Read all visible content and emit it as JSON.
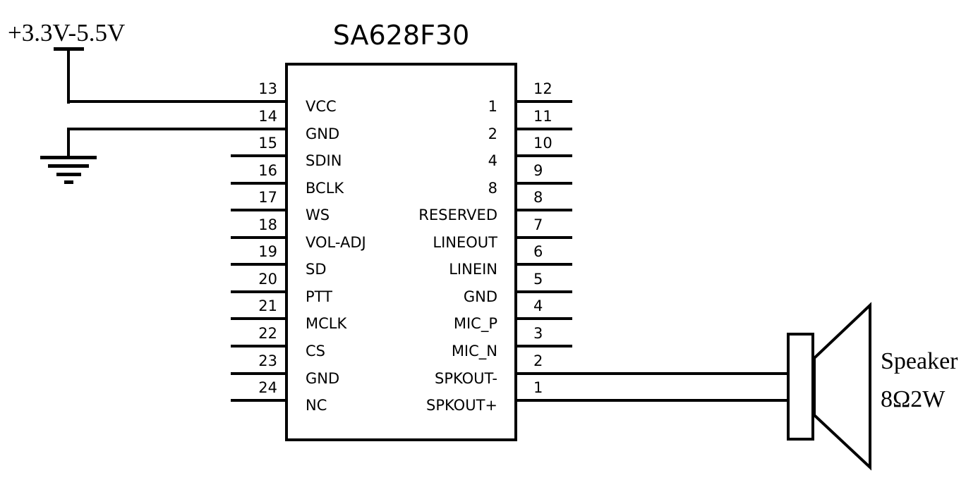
{
  "title": "SA628F30",
  "power": {
    "label": "+3.3V-5.5V"
  },
  "ground": {
    "name": "ground-symbol"
  },
  "chip": {
    "left_pins": [
      {
        "number": "13",
        "label": "VCC"
      },
      {
        "number": "14",
        "label": "GND"
      },
      {
        "number": "15",
        "label": "SDIN"
      },
      {
        "number": "16",
        "label": "BCLK"
      },
      {
        "number": "17",
        "label": "WS"
      },
      {
        "number": "18",
        "label": "VOL-ADJ"
      },
      {
        "number": "19",
        "label": "SD"
      },
      {
        "number": "20",
        "label": "PTT"
      },
      {
        "number": "21",
        "label": "MCLK"
      },
      {
        "number": "22",
        "label": "CS"
      },
      {
        "number": "23",
        "label": "GND"
      },
      {
        "number": "24",
        "label": "NC"
      }
    ],
    "right_pins": [
      {
        "number": "12",
        "label": "1"
      },
      {
        "number": "11",
        "label": "2"
      },
      {
        "number": "10",
        "label": "4"
      },
      {
        "number": "9",
        "label": "8"
      },
      {
        "number": "8",
        "label": "RESERVED"
      },
      {
        "number": "7",
        "label": "LINEOUT"
      },
      {
        "number": "6",
        "label": "LINEIN"
      },
      {
        "number": "5",
        "label": "GND"
      },
      {
        "number": "4",
        "label": "MIC_P"
      },
      {
        "number": "3",
        "label": "MIC_N"
      },
      {
        "number": "2",
        "label": "SPKOUT-"
      },
      {
        "number": "1",
        "label": "SPKOUT+"
      }
    ]
  },
  "speaker": {
    "label": "Speaker",
    "rating": "8Ω2W"
  },
  "colors": {
    "line": "#000000",
    "background": "#ffffff"
  }
}
